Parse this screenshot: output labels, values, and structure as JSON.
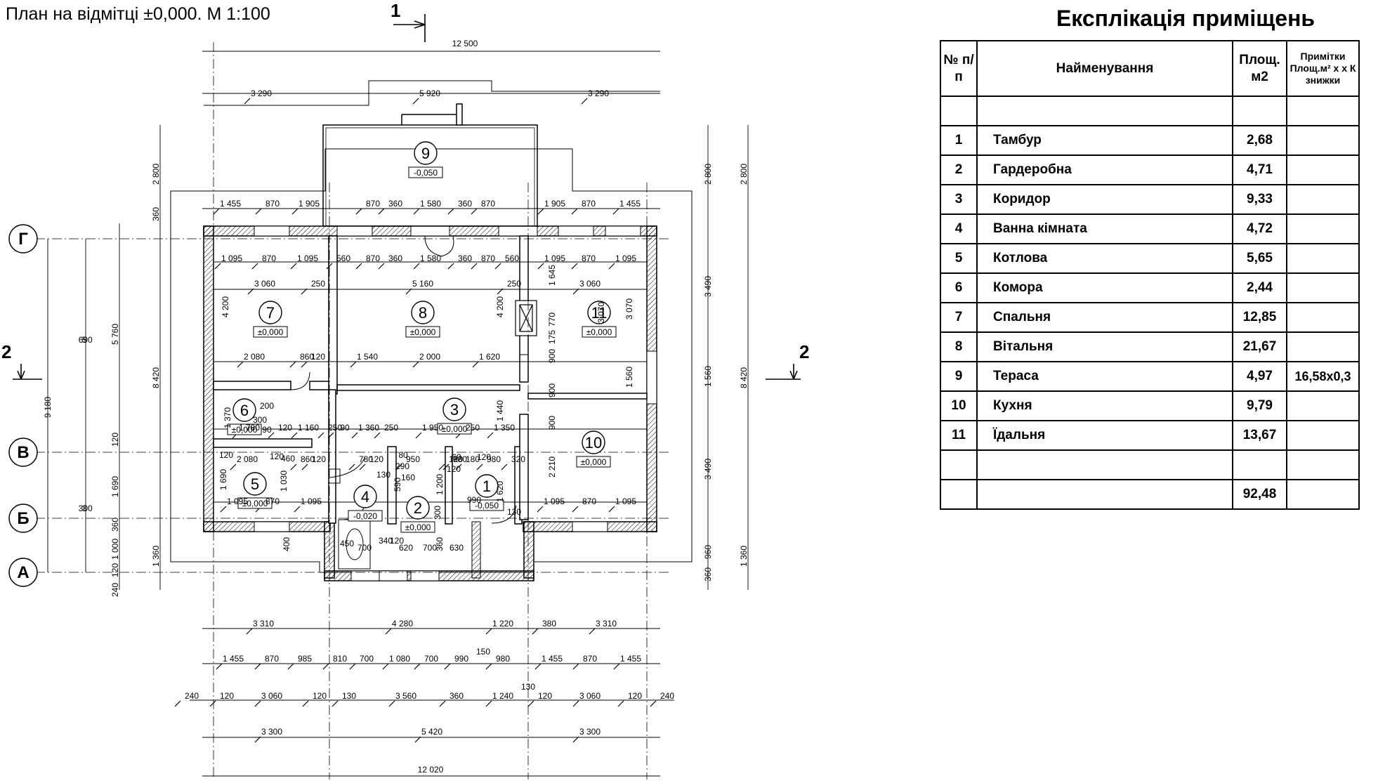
{
  "plan_title": "План на відмітці ±0,000. М 1:100",
  "explication": {
    "title": "Експлікація приміщень",
    "headers": {
      "num": "№ п/п",
      "name": "Найменування",
      "area": "Площ. м2",
      "notes": "Примітки Площ.м² х х К знижки"
    },
    "rows": [
      {
        "num": "1",
        "name": "Тамбур",
        "area": "2,68",
        "note": ""
      },
      {
        "num": "2",
        "name": "Гардеробна",
        "area": "4,71",
        "note": ""
      },
      {
        "num": "3",
        "name": "Коридор",
        "area": "9,33",
        "note": ""
      },
      {
        "num": "4",
        "name": "Ванна кімната",
        "area": "4,72",
        "note": ""
      },
      {
        "num": "5",
        "name": "Котлова",
        "area": "5,65",
        "note": ""
      },
      {
        "num": "6",
        "name": "Комора",
        "area": "2,44",
        "note": ""
      },
      {
        "num": "7",
        "name": "Спальня",
        "area": "12,85",
        "note": ""
      },
      {
        "num": "8",
        "name": "Вітальня",
        "area": "21,67",
        "note": ""
      },
      {
        "num": "9",
        "name": "Тераса",
        "area": "4,97",
        "note": "16,58х0,3"
      },
      {
        "num": "10",
        "name": "Кухня",
        "area": "9,79",
        "note": ""
      },
      {
        "num": "11",
        "name": "Їдальня",
        "area": "13,67",
        "note": ""
      }
    ],
    "total": "92,48"
  },
  "axes": {
    "g": "Г",
    "v": "В",
    "b": "Б",
    "a": "А"
  },
  "section_marks": {
    "s1": "1",
    "s2": "2"
  },
  "rooms": [
    {
      "num": "7",
      "level": "±0,000"
    },
    {
      "num": "8",
      "level": "±0,000"
    },
    {
      "num": "11",
      "level": "±0,000"
    },
    {
      "num": "9",
      "level": "-0,050"
    },
    {
      "num": "3",
      "level": "±0,000"
    },
    {
      "num": "10",
      "level": "±0,000"
    },
    {
      "num": "6",
      "level": "±0,000"
    },
    {
      "num": "5",
      "level": "±0,000"
    },
    {
      "num": "4",
      "level": "-0,020"
    },
    {
      "num": "2",
      "level": "±0,000"
    },
    {
      "num": "1",
      "level": "-0,050"
    }
  ],
  "dims": {
    "top_total": "12 500",
    "top_row2": [
      "3 290",
      "5 920",
      "3 290"
    ],
    "top_terrace": [
      "1 455",
      "870",
      "1 905",
      "870",
      "360",
      "1 580",
      "360",
      "870",
      "1 905",
      "870",
      "1 455"
    ],
    "top_inner": [
      "1 095",
      "870",
      "1 095",
      "560",
      "870",
      "360",
      "1 580",
      "360",
      "870",
      "560",
      "1 095",
      "870",
      "1 095"
    ],
    "inner_row2": [
      "3 060",
      "250",
      "5 160",
      "250",
      "3 060"
    ],
    "inner_row3": [
      "2 080",
      "860",
      "120",
      "1 540",
      "2 000",
      "1 620"
    ],
    "mid_row": [
      "1 780",
      "120",
      "1 160",
      "250",
      "90",
      "1 360",
      "250",
      "1 950",
      "250",
      "1 350"
    ],
    "low_row": [
      "2 080",
      "860",
      "120",
      "780",
      "120",
      "950",
      "120",
      "880",
      "180",
      "980",
      "320"
    ],
    "low_row2": [
      "1 095",
      "870",
      "1 095",
      "1 095",
      "870",
      "1 095"
    ],
    "bottom_1": [
      "3 310",
      "4 280",
      "1 220",
      "380",
      "3 310"
    ],
    "bottom_2": [
      "1 455",
      "870",
      "985",
      "810",
      "700",
      "1 080",
      "700",
      "990",
      "980",
      "1 455",
      "870",
      "1 455"
    ],
    "bottom_2_extra": "150",
    "bottom_3": [
      "240",
      "120",
      "3 060",
      "120",
      "130",
      "3 560",
      "360",
      "1 240",
      "120",
      "3 060",
      "120",
      "240"
    ],
    "bottom_3_extra": "130",
    "bottom_4": [
      "3 300",
      "5 420",
      "3 300"
    ],
    "bottom_total": "12 020",
    "left_outer": [
      "9 180"
    ],
    "left_2": [
      "5 690",
      "3 300"
    ],
    "left_3": [
      "5 760",
      "120",
      "1 690",
      "360",
      "1 000",
      "120",
      "240"
    ],
    "left_4": [
      "2 800",
      "360",
      "8 420",
      "1 360"
    ],
    "right_1": [
      "2 800",
      "3 490",
      "1 560",
      "3 490",
      "960",
      "360"
    ],
    "right_2": [
      "2 800",
      "8 420",
      "1 360"
    ],
    "misc": [
      "4 200",
      "4 200",
      "3 070",
      "3 070",
      "1 645",
      "770",
      "175",
      "900",
      "900",
      "900",
      "1 560",
      "2 210",
      "1 440",
      "1 370",
      "1 030",
      "1 690",
      "1 620",
      "300",
      "200",
      "90",
      "460",
      "120",
      "120",
      "400",
      "450",
      "700",
      "340",
      "120",
      "620",
      "700",
      "630",
      "300",
      "360",
      "1 200",
      "590",
      "290",
      "160",
      "130",
      "80",
      "60",
      "120",
      "120",
      "990",
      "130"
    ]
  }
}
